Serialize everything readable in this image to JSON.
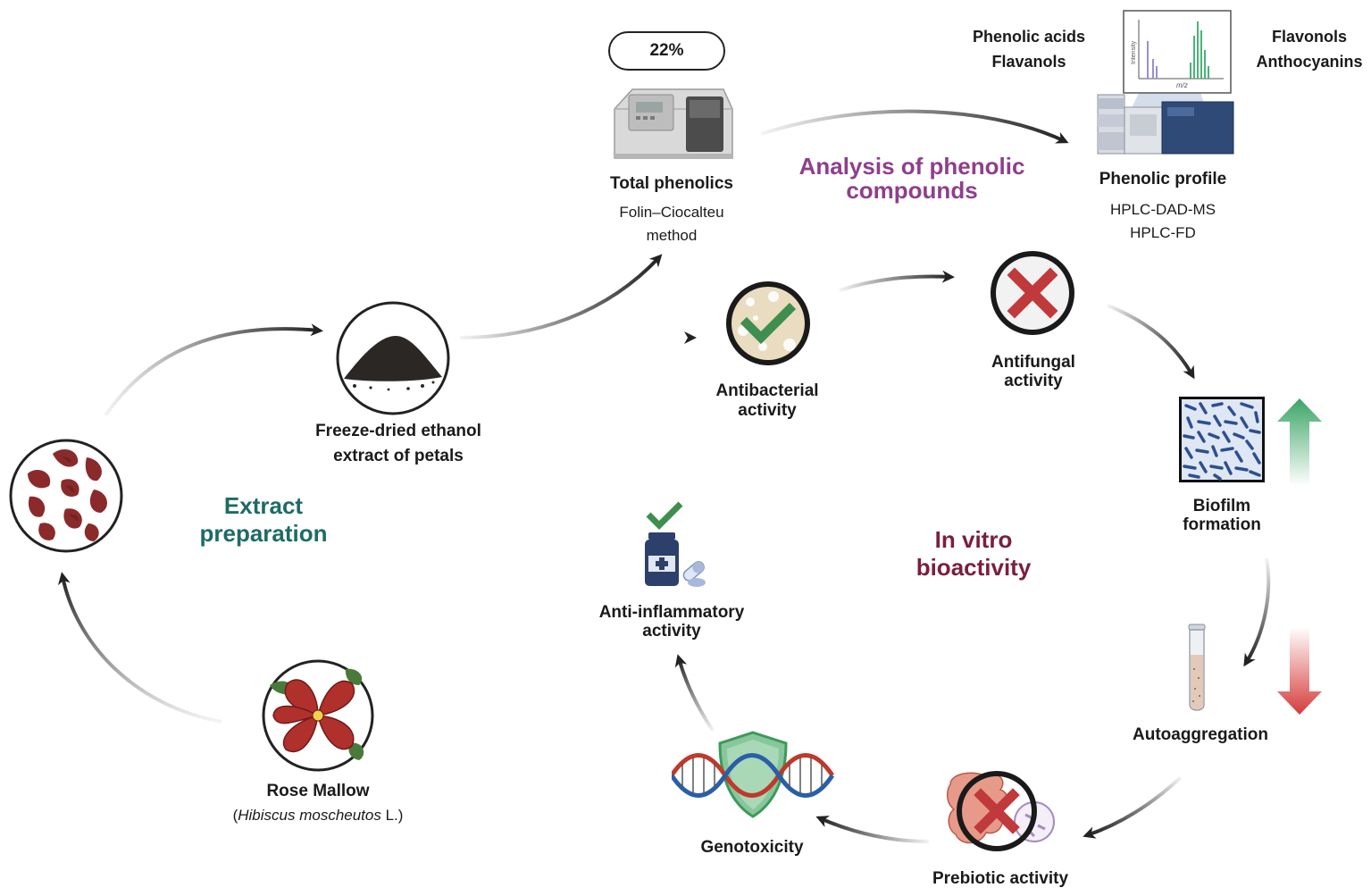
{
  "badge": {
    "percent": "22%"
  },
  "sections": {
    "extract": [
      "Extract",
      "preparation"
    ],
    "analysis": [
      "Analysis of phenolic",
      "compounds"
    ],
    "bioactivity": [
      "In vitro",
      "bioactivity"
    ]
  },
  "nodes": {
    "rose_mallow": {
      "title": "Rose Mallow",
      "latin_open": "(",
      "latin": "Hibiscus moscheutos",
      "latin_close": " L.)"
    },
    "extract": {
      "line1": "Freeze-dried ethanol",
      "line2": "extract of petals"
    },
    "total_phenolics": {
      "title": "Total phenolics",
      "method1": "Folin–Ciocalteu",
      "method2": "method"
    },
    "phenolic_profile": {
      "title": "Phenolic profile",
      "method1": "HPLC-DAD-MS",
      "method2": "HPLC-FD"
    },
    "compounds_left": [
      "Phenolic acids",
      "Flavanols"
    ],
    "compounds_right": [
      "Flavonols",
      "Anthocyanins"
    ],
    "chromatogram": {
      "ylabel": "Intensity",
      "xlabel": "m/z"
    },
    "antibacterial": [
      "Antibacterial",
      "activity"
    ],
    "antifungal": [
      "Antifungal",
      "activity"
    ],
    "biofilm": [
      "Biofilm",
      "formation"
    ],
    "autoaggregation": "Autoaggregation",
    "prebiotic": "Prebiotic activity",
    "genotoxicity": "Genotoxicity",
    "anti_inflammatory": [
      "Anti-inflammatory",
      "activity"
    ]
  },
  "colors": {
    "extract_section": "#1e6b66",
    "analysis_section": "#8e3f8c",
    "bioactivity_section": "#7a1f3d",
    "petal_red": "#8b2a2a",
    "check_green": "#3e8e4f",
    "cross_red": "#c0393b",
    "arrow_up_green": "#3aa565",
    "arrow_down_red": "#d63b3b",
    "biofilm_blue": "#2d4f8e"
  },
  "icons": {
    "petals": "petals-icon",
    "flower": "hibiscus-flower-icon",
    "powder": "powder-pile-icon",
    "spectrophotometer": "spectrophotometer-icon",
    "hplc": "hplc-instrument-icon",
    "antibacterial": "petri-dish-check-icon",
    "antifungal": "cross-circle-icon",
    "biofilm": "biofilm-icon",
    "tube": "test-tube-icon",
    "prebiotic": "intestine-cross-icon",
    "genotoxicity": "dna-shield-icon",
    "anti_inflammatory": "medicine-check-icon"
  }
}
